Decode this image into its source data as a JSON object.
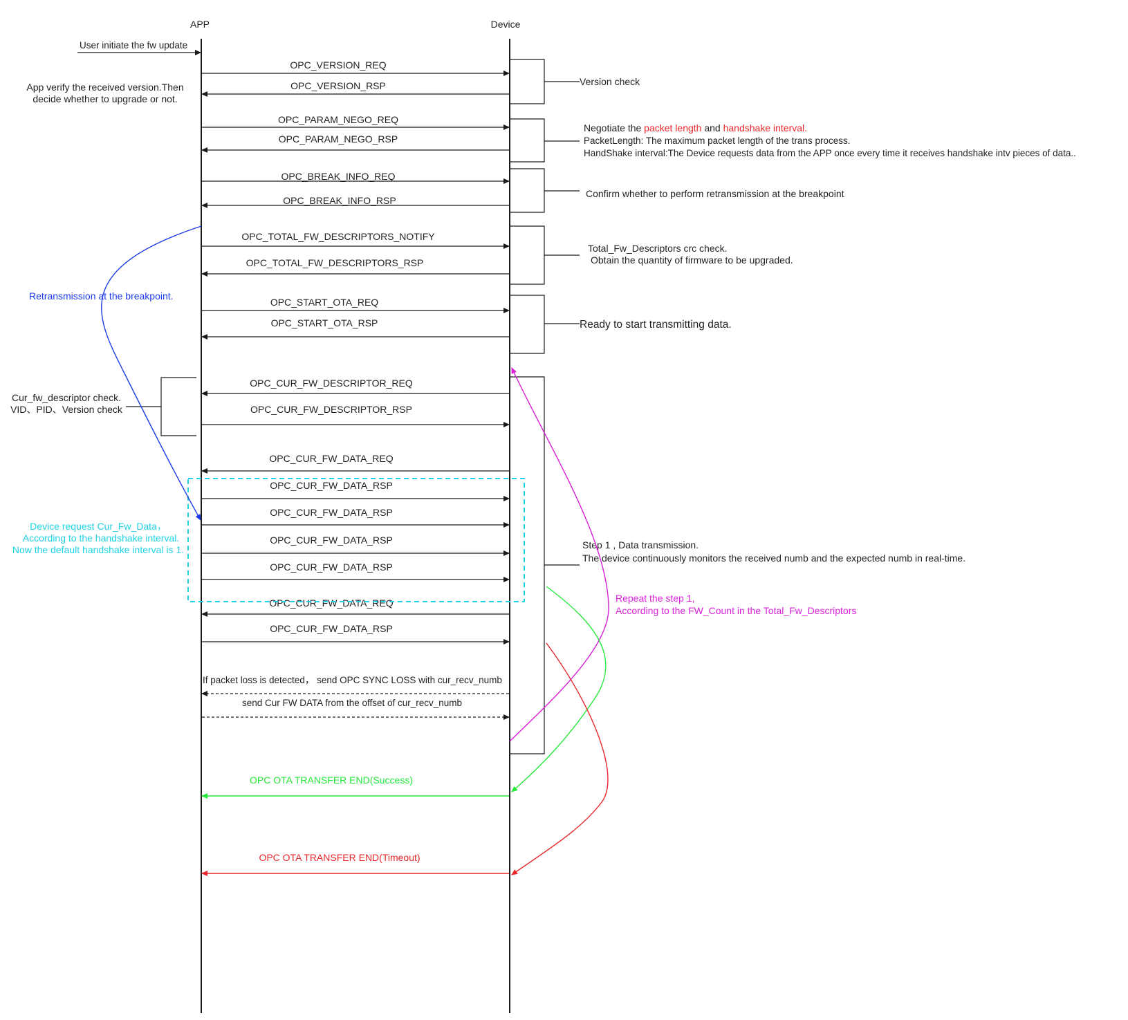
{
  "lanes": {
    "app": "APP",
    "device": "Device"
  },
  "initiate": "User initiate the fw update",
  "colors": {
    "ink": "#1a1a1a",
    "red": "#e8262b",
    "blue": "#1d3be8",
    "cyan": "#1fd3e5",
    "magenta": "#d81fd8",
    "green": "#25e83a"
  },
  "messages": [
    "OPC_VERSION_REQ",
    "OPC_VERSION_RSP",
    "OPC_PARAM_NEGO_REQ",
    "OPC_PARAM_NEGO_RSP",
    "OPC_BREAK_INFO_REQ",
    "OPC_BREAK_INFO_RSP",
    "OPC_TOTAL_FW_DESCRIPTORS_NOTIFY",
    "OPC_TOTAL_FW_DESCRIPTORS_RSP",
    "OPC_START_OTA_REQ",
    "OPC_START_OTA_RSP",
    "OPC_CUR_FW_DESCRIPTOR_REQ",
    "OPC_CUR_FW_DESCRIPTOR_RSP",
    "OPC_CUR_FW_DATA_REQ",
    "OPC_CUR_FW_DATA_RSP",
    "OPC_CUR_FW_DATA_RSP",
    "OPC_CUR_FW_DATA_RSP",
    "OPC_CUR_FW_DATA_RSP",
    "OPC_CUR_FW_DATA_REQ",
    "OPC_CUR_FW_DATA_RSP",
    "If packet loss is detected， send OPC SYNC LOSS with cur_recv_numb",
    "send Cur FW DATA from the offset of cur_recv_numb",
    "OPC OTA TRANSFER END(Success)",
    "OPC OTA TRANSFER END(Timeout)"
  ],
  "notes": {
    "app_verify": [
      "App verify the received version.Then",
      "decide whether to upgrade or not."
    ],
    "version_check": "Version check",
    "nego": {
      "l1a": "Negotiate the ",
      "l1b": "packet length",
      "l1c": " and ",
      "l1d": "handshake interval",
      "l1e": ".",
      "l2a": "PacketLength:",
      "l2b": " The maximum packet length of the trans process.",
      "l3a": "HandShake interval",
      "l3b": ":The Device requests data from the APP once every time it receives ",
      "l3c": "handshake intv",
      "l3d": " pieces of data.."
    },
    "break_confirm": "Confirm whether to perform retransmission at the breakpoint",
    "total_fw": [
      "Total_Fw_Descriptors crc check.",
      "Obtain the quantity of firmware to be upgraded."
    ],
    "ready": "Ready to start transmitting data.",
    "retrans": "Retransmission at the breakpoint.",
    "cur_fw_check": [
      "Cur_fw_descriptor check.",
      "VID、PID、Version check"
    ],
    "device_request": [
      "Device request Cur_Fw_Data，",
      "According to the handshake interval.",
      "Now the default handshake interval is 1."
    ],
    "step1": {
      "l1": "Step 1 , Data transmission.",
      "l2a": "The device continuously monitors the ",
      "l2b": "received numb",
      "l2c": " and the ",
      "l2d": "expected numb",
      "l2e": " in real-time."
    },
    "repeat": {
      "l1": "Repeat the step 1,",
      "l2a": "According to the ",
      "l2b": "FW_Count",
      "l2c": " in the ",
      "l2d": "Total_Fw_Descriptors"
    }
  }
}
